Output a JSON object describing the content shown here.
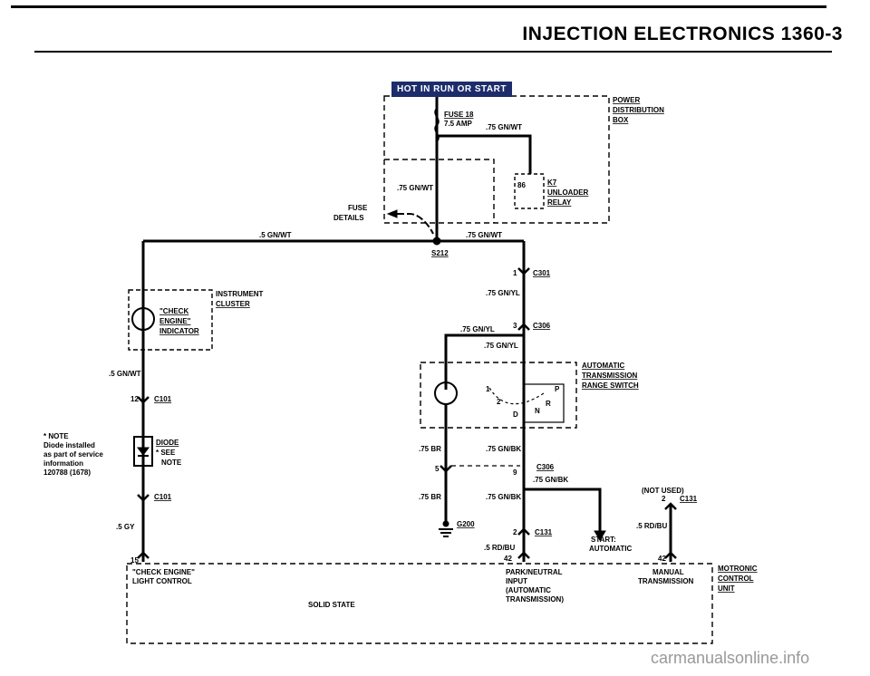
{
  "header": {
    "title": "INJECTION ELECTRONICS 1360-3"
  },
  "badge": "HOT IN RUN OR START",
  "labels": {
    "fuse": "FUSE 18",
    "fuse_amp": "7.5 AMP",
    "gnwt_top": ".75 GN/WT",
    "pdb1": "POWER",
    "pdb2": "DISTRIBUTION",
    "pdb3": "BOX",
    "gnwt_left": ".75 GN/WT",
    "relay_pin": "86",
    "k7": "K7",
    "k7b": "UNLOADER",
    "k7c": "RELAY",
    "fuse_det1": "FUSE",
    "fuse_det2": "DETAILS",
    "gnwt5": ".5 GN/WT",
    "gnwt75": ".75 GN/WT",
    "s212": "S212",
    "c301_pin": "1",
    "c301": "C301",
    "gnyl1": ".75 GN/YL",
    "gnyl2": ".75 GN/YL",
    "c306_pin": "3",
    "c306": "C306",
    "gnyl3": ".75 GN/YL",
    "ic1": "INSTRUMENT",
    "ic2": "CLUSTER",
    "ce1": "\"CHECK",
    "ce2": "ENGINE\"",
    "ce3": "INDICATOR",
    "gnwt_l2": ".5 GN/WT",
    "c101_pin": "12",
    "c101": "C101",
    "at1": "AUTOMATIC",
    "at2": "TRANSMISSION",
    "at3": "RANGE SWITCH",
    "sw_1": "1",
    "sw_p": "P",
    "sw_2": "2",
    "sw_r": "R",
    "sw_d": "D",
    "sw_n": "N",
    "note1": "* NOTE",
    "note2": "Diode installed",
    "note3": "as part of service",
    "note4": "information",
    "note5": "120788 (1678)",
    "diode": "DIODE",
    "see": "* SEE",
    "noteb": "NOTE",
    "br1": ".75 BR",
    "gnbk1": ".75 GN/BK",
    "pin5": "5",
    "pin9": "9",
    "c306b": "C306",
    "gnbk2": ".75 GN/BK",
    "notused": "(NOT USED)",
    "c131pin_top": "2",
    "c131_top": "C131",
    "c101b": "C101",
    "br2": ".75 BR",
    "gnbk3": ".75 GN/BK",
    "g200": "G200",
    "gy": ".5 GY",
    "c131pin": "2",
    "c131": "C131",
    "start1": "START:",
    "start2": "AUTOMATIC",
    "rdbu1": ".5 RD/BU",
    "rdbu2": ".5 RD/BU",
    "pin15": "15",
    "pin42a": "42",
    "pin42b": "42",
    "lc1": "\"CHECK ENGINE\"",
    "lc2": "LIGHT CONTROL",
    "pn1": "PARK/NEUTRAL",
    "pn2": "INPUT",
    "pn3": "(AUTOMATIC",
    "pn4": "TRANSMISSION)",
    "mt1": "MANUAL",
    "mt2": "TRANSMISSION",
    "mc1": "MOTRONIC",
    "mc2": "CONTROL",
    "mc3": "UNIT",
    "solid": "SOLID STATE"
  },
  "watermark": "carmanualsonline.info"
}
